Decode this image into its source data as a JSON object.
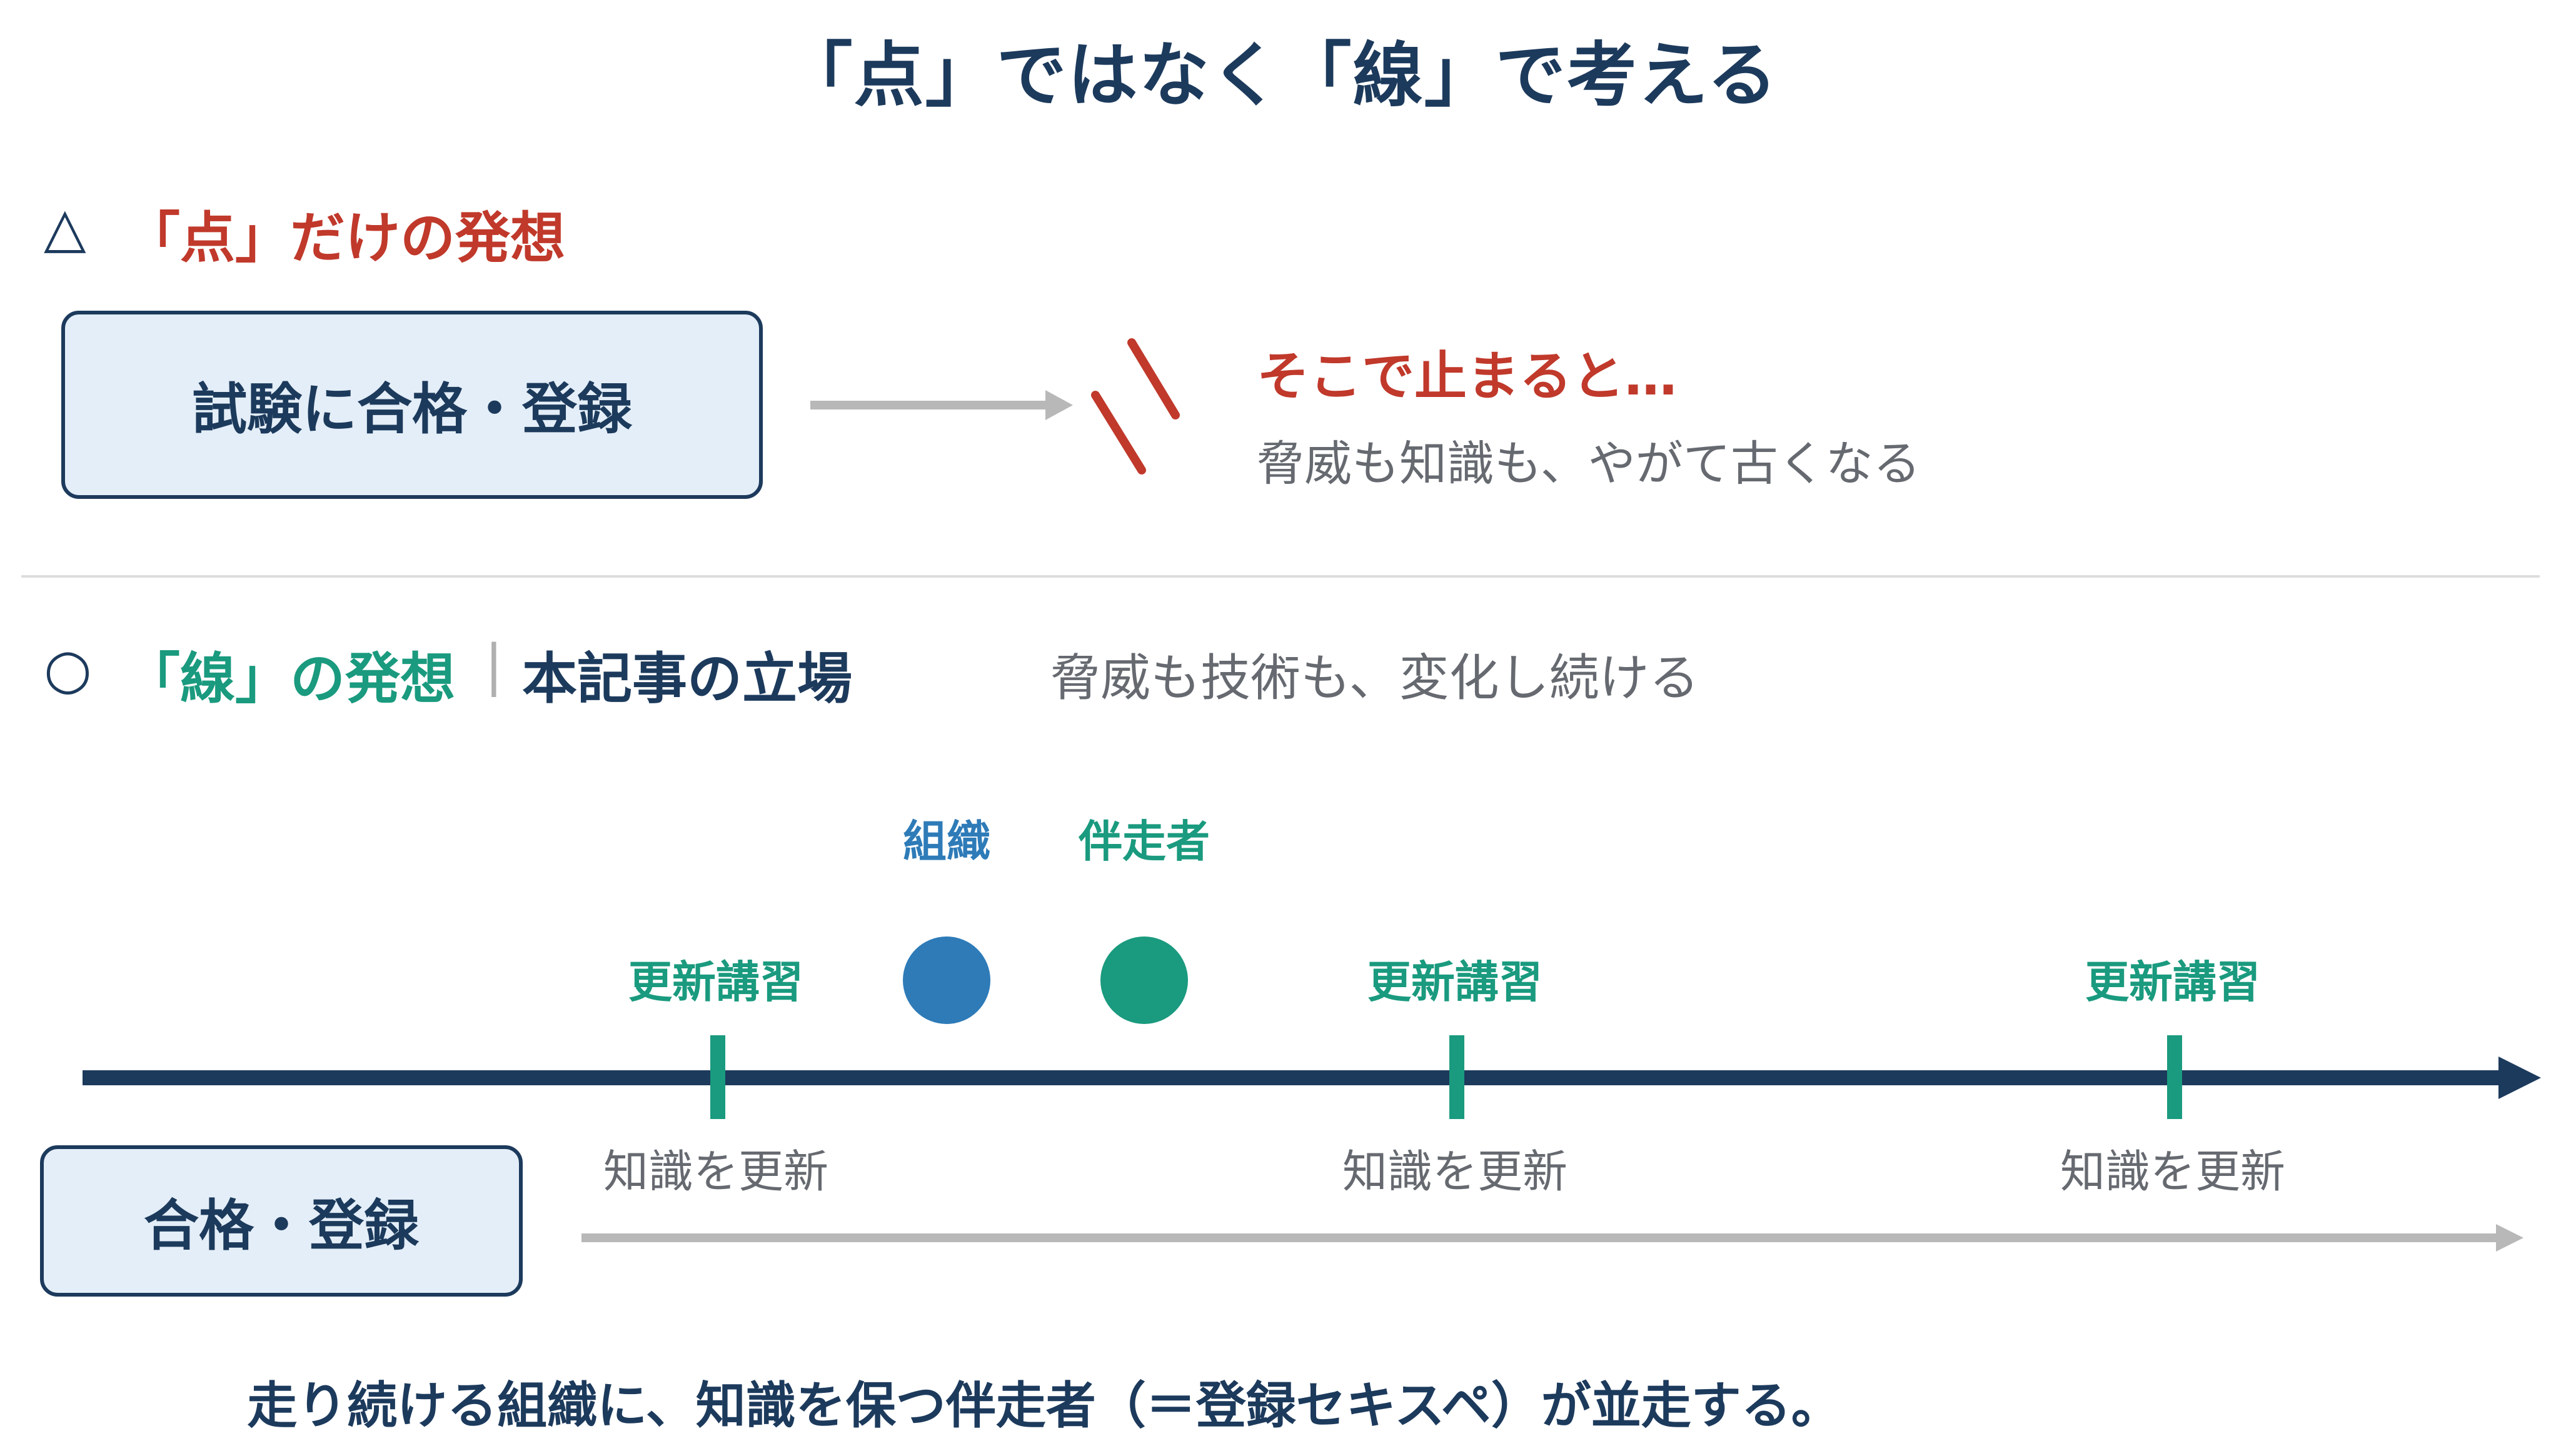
{
  "title": "「点」ではなく「線」で考える",
  "section_point": {
    "mark": "△",
    "heading": "「点」だけの発想",
    "box_label": "試験に合格・登録",
    "stop_title": "そこで止まると…",
    "stop_desc": "脅威も知識も、やがて古くなる"
  },
  "section_line": {
    "mark": "○",
    "heading": "「線」の発想",
    "separator": "|",
    "subheading": "本記事の立場",
    "tagline": "脅威も技術も、変化し続ける",
    "legend": [
      {
        "label": "組織",
        "color": "#2e7bb8"
      },
      {
        "label": "伴走者",
        "color": "#1a9a7e"
      }
    ],
    "events": [
      {
        "label": "更新講習",
        "sublabel": "知識を更新"
      },
      {
        "label": "更新講習",
        "sublabel": "知識を更新"
      },
      {
        "label": "更新講習",
        "sublabel": "知識を更新"
      }
    ],
    "start_box_label": "合格・登録"
  },
  "footer": "走り続ける組織に、知識を保つ伴走者（＝登録セキスペ）が並走する。",
  "colors": {
    "navy": "#1c3a5c",
    "red": "#c0392b",
    "teal": "#1a9a7e",
    "blue": "#2e7bb8",
    "gray": "#b8b8b8"
  }
}
